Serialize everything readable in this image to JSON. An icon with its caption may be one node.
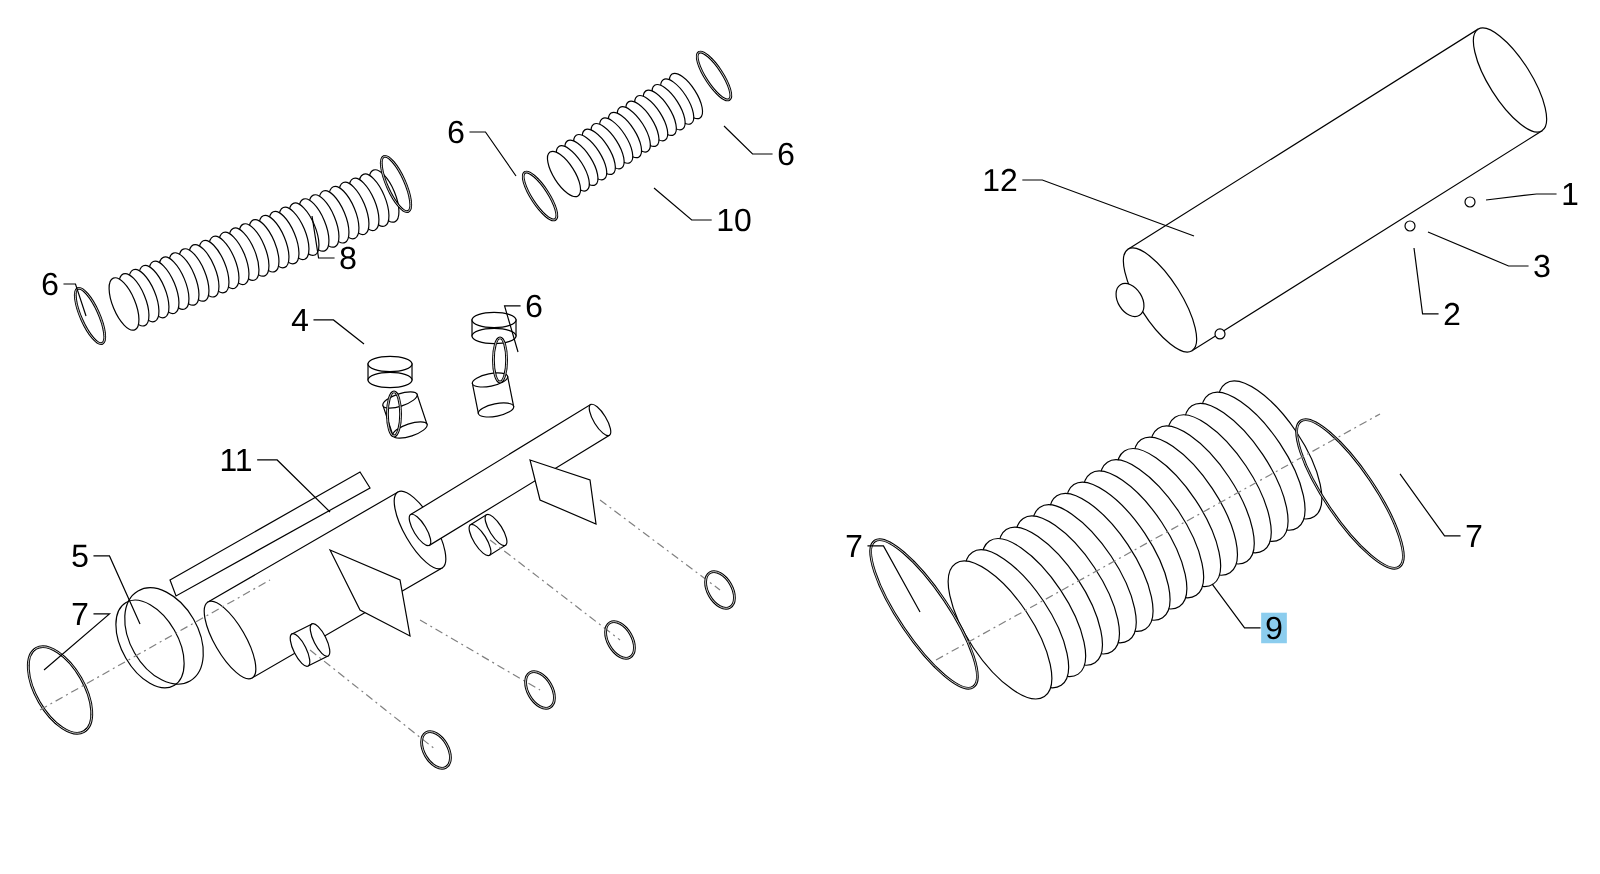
{
  "diagram": {
    "nodes": [
      {
        "text": [
          "12"
        ]
      },
      {
        "text": [
          "1"
        ]
      },
      {
        "text": [
          "3"
        ]
      },
      {
        "text": [
          "2"
        ]
      },
      {
        "text": [
          "6"
        ]
      },
      {
        "text": [
          "6"
        ]
      },
      {
        "text": [
          "10"
        ]
      },
      {
        "text": [
          "6"
        ]
      },
      {
        "text": [
          "8"
        ]
      },
      {
        "text": [
          "4"
        ]
      },
      {
        "text": [
          "6"
        ]
      },
      {
        "text": [
          "11"
        ]
      },
      {
        "text": [
          "5"
        ]
      },
      {
        "text": [
          "7"
        ]
      },
      {
        "text": [
          "7"
        ]
      },
      {
        "text": [
          "7"
        ]
      },
      {
        "text": [
          "9"
        ]
      }
    ],
    "edges": [
      {
        "from": 0,
        "to": null,
        "arrow": "none"
      },
      {
        "from": 1,
        "to": null,
        "arrow": "none"
      },
      {
        "from": 2,
        "to": null,
        "arrow": "none"
      },
      {
        "from": 3,
        "to": null,
        "arrow": "none"
      },
      {
        "from": 4,
        "to": null,
        "arrow": "none"
      },
      {
        "from": 5,
        "to": null,
        "arrow": "none"
      },
      {
        "from": 6,
        "to": null,
        "arrow": "none"
      },
      {
        "from": 7,
        "to": null,
        "arrow": "none"
      },
      {
        "from": 8,
        "to": null,
        "arrow": "none"
      },
      {
        "from": 9,
        "to": null,
        "arrow": "none"
      },
      {
        "from": 10,
        "to": null,
        "arrow": "none"
      },
      {
        "from": 11,
        "to": null,
        "arrow": "none"
      },
      {
        "from": 12,
        "to": null,
        "arrow": "none"
      },
      {
        "from": 13,
        "to": null,
        "arrow": "none"
      },
      {
        "from": 14,
        "to": null,
        "arrow": "none"
      },
      {
        "from": 15,
        "to": null,
        "arrow": "none"
      },
      {
        "from": 16,
        "to": null,
        "arrow": "none"
      }
    ]
  }
}
